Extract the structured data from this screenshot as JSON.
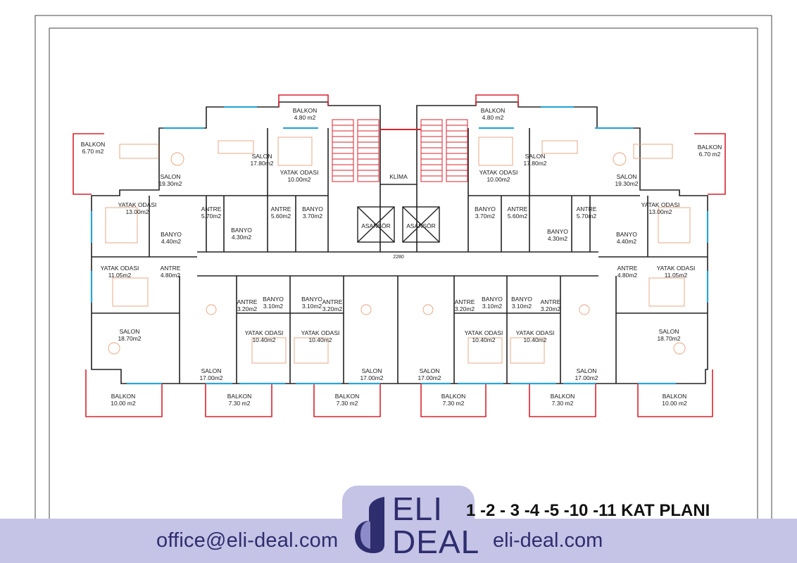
{
  "title": "1 -2 - 3 -4 -5 -10 -11 KAT PLANI",
  "footer": {
    "email": "office@eli-deal.com",
    "website": "eli-deal.com",
    "logo_line1": "ELI",
    "logo_line2": "DEAL"
  },
  "colors": {
    "band": "#c5c3e6",
    "brand": "#2e2d6e",
    "balcony_outline": "#d9232e",
    "window": "#2aa5d8",
    "wall": "#222222",
    "furniture": "#e8a07a"
  },
  "plan": {
    "corridor_length": "2280",
    "upper_labels": [
      {
        "t": "BALKON",
        "s": "6.70 m2"
      },
      {
        "t": "SALON",
        "s": "19.30m2"
      },
      {
        "t": "SALON",
        "s": "17.80m2"
      },
      {
        "t": "BALKON",
        "s": "4.80 m2"
      },
      {
        "t": "YATAK ODASI",
        "s": "10.00m2"
      },
      {
        "t": "KLİMA",
        "s": ""
      },
      {
        "t": "BALKON",
        "s": "4.80 m2"
      },
      {
        "t": "YATAK ODASI",
        "s": "10.00m2"
      },
      {
        "t": "SALON",
        "s": "17.80m2"
      },
      {
        "t": "SALON",
        "s": "19.30m2"
      },
      {
        "t": "BALKON",
        "s": "6.70 m2"
      }
    ],
    "middle_labels": [
      {
        "t": "YATAK ODASI",
        "s": "13.00m2"
      },
      {
        "t": "ANTRE",
        "s": "5.70m2"
      },
      {
        "t": "ANTRE",
        "s": "5.60m2"
      },
      {
        "t": "BANYO",
        "s": "3.70m2"
      },
      {
        "t": "BANYO",
        "s": "4.40m2"
      },
      {
        "t": "BANYO",
        "s": "4.30m2"
      },
      {
        "t": "ASANSÖR",
        "s": ""
      },
      {
        "t": "ASANSÖR",
        "s": ""
      },
      {
        "t": "BANYO",
        "s": "3.70m2"
      },
      {
        "t": "ANTRE",
        "s": "5.60m2"
      },
      {
        "t": "BANYO",
        "s": "4.30m2"
      },
      {
        "t": "ANTRE",
        "s": "5.70m2"
      },
      {
        "t": "YATAK ODASI",
        "s": "13.00m2"
      },
      {
        "t": "BANYO",
        "s": "4.40m2"
      }
    ],
    "lower_labels": [
      {
        "t": "YATAK ODASI",
        "s": "11.05m2"
      },
      {
        "t": "ANTRE",
        "s": "4.80m2"
      },
      {
        "t": "ANTRE",
        "s": "3.20m2"
      },
      {
        "t": "BANYO",
        "s": "3.10m2"
      },
      {
        "t": "BANYO",
        "s": "3.10m2"
      },
      {
        "t": "ANTRE",
        "s": "3.20m2"
      },
      {
        "t": "ANTRE",
        "s": "3.20m2"
      },
      {
        "t": "BANYO",
        "s": "3.10m2"
      },
      {
        "t": "BANYO",
        "s": "3.10m2"
      },
      {
        "t": "ANTRE",
        "s": "3.20m2"
      },
      {
        "t": "ANTRE",
        "s": "4.80m2"
      },
      {
        "t": "YATAK ODASI",
        "s": "11.05m2"
      },
      {
        "t": "SALON",
        "s": "18.70m2"
      },
      {
        "t": "YATAK ODASI",
        "s": "10.40m2"
      },
      {
        "t": "YATAK ODASI",
        "s": "10.40m2"
      },
      {
        "t": "YATAK ODASI",
        "s": "10.40m2"
      },
      {
        "t": "YATAK ODASI",
        "s": "10.40m2"
      },
      {
        "t": "SALON",
        "s": "18.70m2"
      },
      {
        "t": "SALON",
        "s": "17.00m2"
      },
      {
        "t": "SALON",
        "s": "17.00m2"
      },
      {
        "t": "SALON",
        "s": "17.00m2"
      },
      {
        "t": "SALON",
        "s": "17.00m2"
      }
    ],
    "balcony_labels": [
      {
        "t": "BALKON",
        "s": "10.00 m2"
      },
      {
        "t": "BALKON",
        "s": "7.30 m2"
      },
      {
        "t": "BALKON",
        "s": "7.30 m2"
      },
      {
        "t": "BALKON",
        "s": "7.30 m2"
      },
      {
        "t": "BALKON",
        "s": "7.30 m2"
      },
      {
        "t": "BALKON",
        "s": "10.00 m2"
      }
    ]
  }
}
